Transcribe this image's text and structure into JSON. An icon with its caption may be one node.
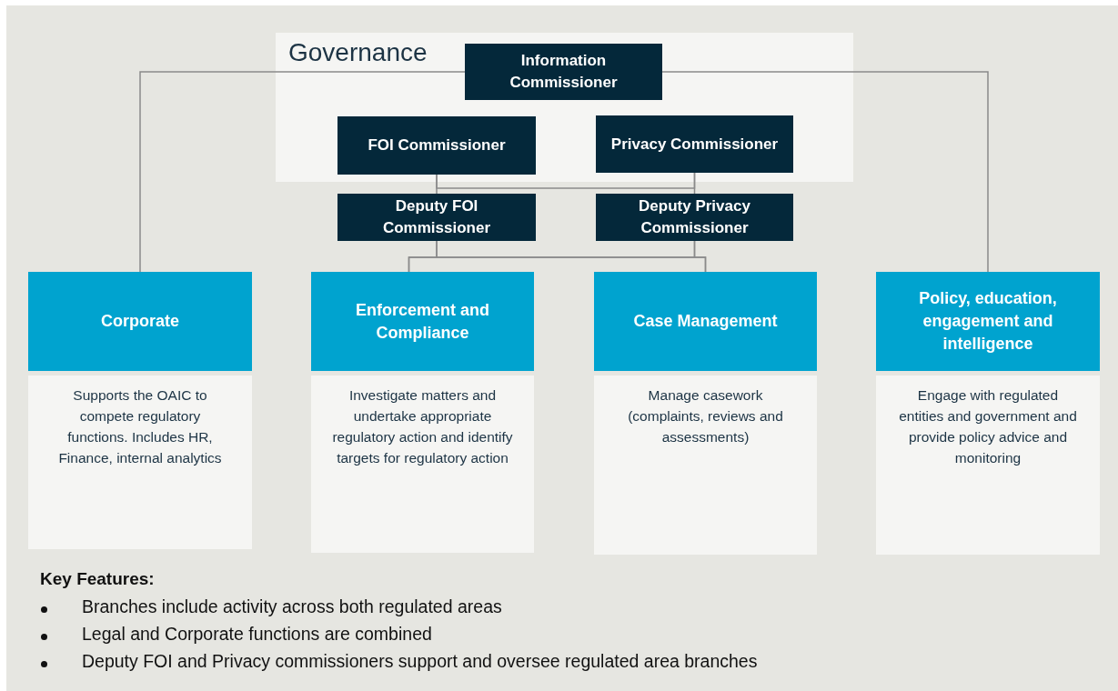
{
  "diagram": {
    "nodes": [
      {
        "text": [
          "Governance"
        ]
      },
      {
        "text": [
          "Information Commissioner"
        ],
        "in": 0
      },
      {
        "text": [
          "FOI Commissioner"
        ],
        "in": 0
      },
      {
        "text": [
          "Privacy Commissioner"
        ],
        "in": 0
      },
      {
        "text": [
          "Deputy FOI Commissioner"
        ]
      },
      {
        "text": [
          "Deputy Privacy Commissioner"
        ]
      },
      {
        "text": [
          "Corporate",
          "Supports the OAIC to compete regulatory functions. Includes HR, Finance, internal analytics"
        ]
      },
      {
        "text": [
          "Enforcement and Compliance",
          "Investigate matters and undertake appropriate regulatory action and identify targets for regulatory action"
        ]
      },
      {
        "text": [
          "Case Management",
          "Manage casework (complaints, reviews and assessments)"
        ]
      },
      {
        "text": [
          "Policy, education, engagement and intelligence",
          "Engage with regulated entities and government and provide policy advice and monitoring"
        ]
      }
    ],
    "edges": [
      {
        "from": 1,
        "to": 6,
        "arrow": "none"
      },
      {
        "from": 1,
        "to": 9,
        "arrow": "none"
      },
      {
        "from": 2,
        "to": 4,
        "arrow": "none"
      },
      {
        "from": 3,
        "to": 5,
        "arrow": "none"
      },
      {
        "from": 2,
        "to": 3,
        "arrow": "none"
      },
      {
        "from": 4,
        "to": 7,
        "arrow": "none"
      },
      {
        "from": 4,
        "to": 8,
        "arrow": "none"
      },
      {
        "from": 5,
        "to": 7,
        "arrow": "none"
      },
      {
        "from": 5,
        "to": 8,
        "arrow": "none"
      }
    ],
    "labels": [
      "Key Features:",
      "Branches include activity across both regulated areas",
      "Legal and Corporate functions are combined",
      "Deputy FOI and Privacy commissioners support and oversee regulated area branches"
    ]
  }
}
